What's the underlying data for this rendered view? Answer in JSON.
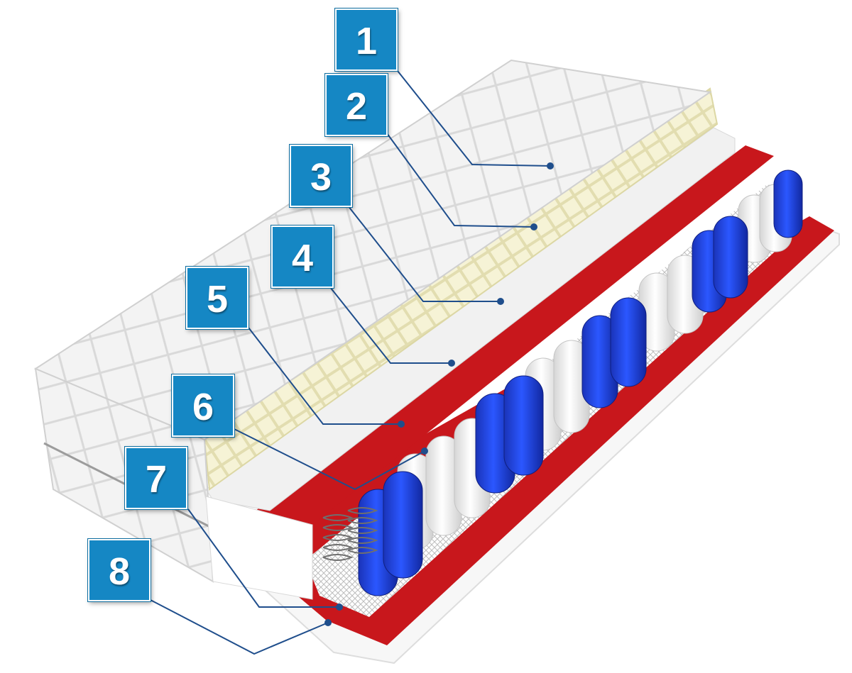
{
  "diagram": {
    "colors": {
      "badge": "#1587c4",
      "leader": "#1f4e8c",
      "red_layer": "#c8171c",
      "foam": "#f4f1d2",
      "spring_blue": "#1c3fe0",
      "cover": "#f2f2f2"
    },
    "callouts": [
      {
        "label": "1"
      },
      {
        "label": "2"
      },
      {
        "label": "3"
      },
      {
        "label": "4"
      },
      {
        "label": "5"
      },
      {
        "label": "6"
      },
      {
        "label": "7"
      },
      {
        "label": "8"
      }
    ]
  }
}
